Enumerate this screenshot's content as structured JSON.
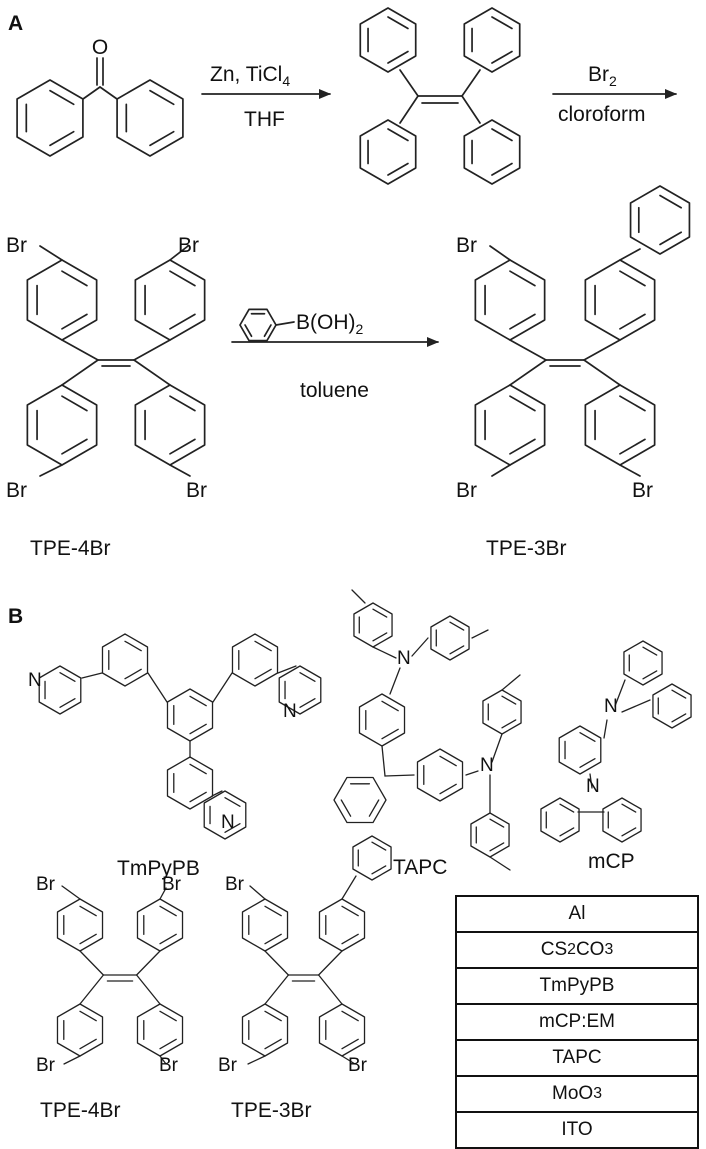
{
  "panel_a": {
    "label": "A",
    "step1_reagent": "Zn,  TiCl",
    "step1_reagent_sub": "4",
    "step1_solvent": "THF",
    "step2_reagent": "Br",
    "step2_reagent_sub": "2",
    "step2_solvent": "cloroform",
    "oxygen": "O",
    "boronic_acid": "B(OH)",
    "boronic_acid_sub": "2",
    "step3_solvent": "toluene",
    "bromine": "Br",
    "compound_4br": "TPE-4Br",
    "compound_3br": "TPE-3Br"
  },
  "panel_b": {
    "label": "B",
    "nitrogen": "N",
    "bromine": "Br",
    "compounds": [
      "TmPyPB",
      "TAPC",
      "mCP",
      "TPE-4Br",
      "TPE-3Br"
    ],
    "device_layers": [
      {
        "text": "Al",
        "sub": "",
        "tail": ""
      },
      {
        "text": "CS",
        "sub": "2",
        "tail": "CO",
        "sub2": "3"
      },
      {
        "text": "TmPyPB",
        "sub": "",
        "tail": ""
      },
      {
        "text": "mCP:EM",
        "sub": "",
        "tail": ""
      },
      {
        "text": "TAPC",
        "sub": "",
        "tail": ""
      },
      {
        "text": "MoO",
        "sub": "3",
        "tail": ""
      },
      {
        "text": "ITO",
        "sub": "",
        "tail": ""
      }
    ]
  }
}
